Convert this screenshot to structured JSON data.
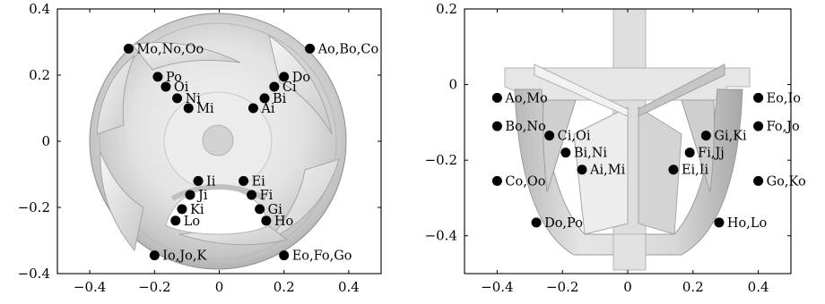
{
  "chart_data": [
    {
      "type": "scatter",
      "title": "",
      "xlabel": "",
      "ylabel": "",
      "xlim": [
        -0.5,
        0.5
      ],
      "ylim": [
        -0.4,
        0.4
      ],
      "xticks": [
        "−0.4",
        "−0.2",
        "0",
        "0.2",
        "0.4"
      ],
      "yticks": [
        "0.4",
        "0.2",
        "0",
        "−0.2",
        "−0.4"
      ],
      "xtick_values": [
        -0.4,
        -0.2,
        0,
        0.2,
        0.4
      ],
      "ytick_values": [
        0.4,
        0.2,
        0,
        -0.2,
        -0.4
      ],
      "background": "impeller top view (rendered 3D geometry)",
      "points": [
        {
          "label": "Mo,No,Oo",
          "x": -0.28,
          "y": 0.28
        },
        {
          "label": "Ao,Bo,Co",
          "x": 0.28,
          "y": 0.28
        },
        {
          "label": "Po",
          "x": -0.19,
          "y": 0.195
        },
        {
          "label": "Oi",
          "x": -0.165,
          "y": 0.165
        },
        {
          "label": "Do",
          "x": 0.2,
          "y": 0.195
        },
        {
          "label": "Ci",
          "x": 0.17,
          "y": 0.165
        },
        {
          "label": "Ni",
          "x": -0.13,
          "y": 0.13
        },
        {
          "label": "Bi",
          "x": 0.14,
          "y": 0.13
        },
        {
          "label": "Mi",
          "x": -0.095,
          "y": 0.1
        },
        {
          "label": "Ai",
          "x": 0.105,
          "y": 0.1
        },
        {
          "label": "Ii",
          "x": -0.065,
          "y": -0.12
        },
        {
          "label": "Ei",
          "x": 0.075,
          "y": -0.12
        },
        {
          "label": "Ji",
          "x": -0.09,
          "y": -0.162
        },
        {
          "label": "Fi",
          "x": 0.1,
          "y": -0.162
        },
        {
          "label": "Ki",
          "x": -0.115,
          "y": -0.205
        },
        {
          "label": "Gi",
          "x": 0.125,
          "y": -0.205
        },
        {
          "label": "Lo",
          "x": -0.135,
          "y": -0.24
        },
        {
          "label": "Ho",
          "x": 0.145,
          "y": -0.24
        },
        {
          "label": "Io,Jo,K",
          "x": -0.2,
          "y": -0.345
        },
        {
          "label": "Eo,Fo,Go",
          "x": 0.2,
          "y": -0.345
        }
      ]
    },
    {
      "type": "scatter",
      "title": "",
      "xlabel": "",
      "ylabel": "",
      "xlim": [
        -0.5,
        0.5
      ],
      "ylim": [
        -0.5,
        0.2
      ],
      "xticks": [
        "−0.4",
        "−0.2",
        "0",
        "0.2",
        "0.4"
      ],
      "yticks": [
        "0.2",
        "0",
        "−0.2",
        "−0.4"
      ],
      "xtick_values": [
        -0.4,
        -0.2,
        0,
        0.2,
        0.4
      ],
      "ytick_values": [
        0.2,
        0,
        -0.2,
        -0.4
      ],
      "background": "impeller side section view (rendered 3D geometry)",
      "points": [
        {
          "label": "Ao,Mo",
          "x": -0.4,
          "y": -0.035
        },
        {
          "label": "Eo,Io",
          "x": 0.4,
          "y": -0.035
        },
        {
          "label": "Bo,No",
          "x": -0.4,
          "y": -0.11
        },
        {
          "label": "Fo,Jo",
          "x": 0.4,
          "y": -0.11
        },
        {
          "label": "Ci,Oi",
          "x": -0.24,
          "y": -0.135
        },
        {
          "label": "Gi,Ki",
          "x": 0.24,
          "y": -0.135
        },
        {
          "label": "Bi,Ni",
          "x": -0.19,
          "y": -0.18
        },
        {
          "label": "Fi,Jj",
          "x": 0.19,
          "y": -0.18
        },
        {
          "label": "Ai,Mi",
          "x": -0.14,
          "y": -0.225
        },
        {
          "label": "Ei,Ii",
          "x": 0.14,
          "y": -0.225
        },
        {
          "label": "Co,Oo",
          "x": -0.4,
          "y": -0.255
        },
        {
          "label": "Go,Ko",
          "x": 0.4,
          "y": -0.255
        },
        {
          "label": "Do,Po",
          "x": -0.28,
          "y": -0.365
        },
        {
          "label": "Ho,Lo",
          "x": 0.28,
          "y": -0.365
        }
      ]
    }
  ],
  "colors": {
    "frame": "#000000",
    "marker": "#000000",
    "geometry_light": "#f0f0f0",
    "geometry_mid": "#d0d0d0",
    "geometry_dark": "#a8a8a8"
  }
}
